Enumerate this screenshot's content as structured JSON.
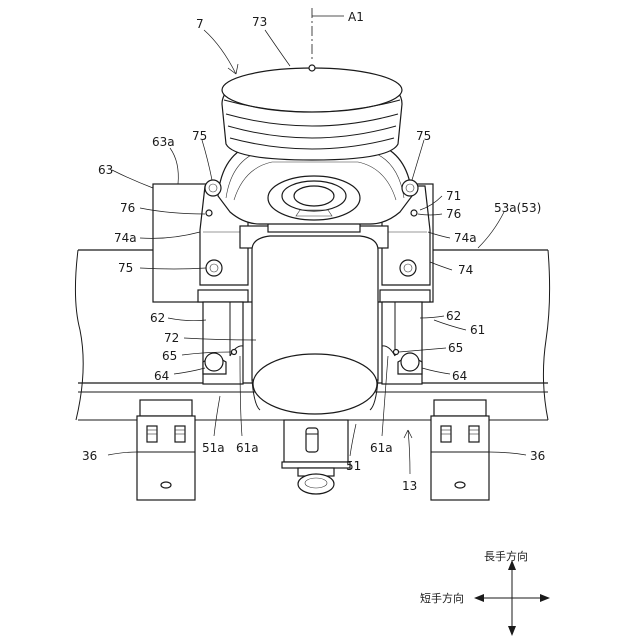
{
  "labels": {
    "n7": "7",
    "n73": "73",
    "a1": "A1",
    "n63a": "63a",
    "n63": "63",
    "n75_tl": "75",
    "n75_tr": "75",
    "n71": "71",
    "n76_l": "76",
    "n76_r": "76",
    "n53a": "53a(53)",
    "n74a_l": "74a",
    "n74a_r": "74a",
    "n75_bl": "75",
    "n74": "74",
    "n62_l": "62",
    "n62_r": "62",
    "n61": "61",
    "n72": "72",
    "n65_l": "65",
    "n65_r": "65",
    "n64_l": "64",
    "n64_r": "64",
    "n51a": "51a",
    "n61a_l": "61a",
    "n61a_r": "61a",
    "n51": "51",
    "n36_l": "36",
    "n36_r": "36",
    "n13": "13"
  },
  "directions": {
    "longitudinal": "長手方向",
    "transverse": "短手方向"
  }
}
